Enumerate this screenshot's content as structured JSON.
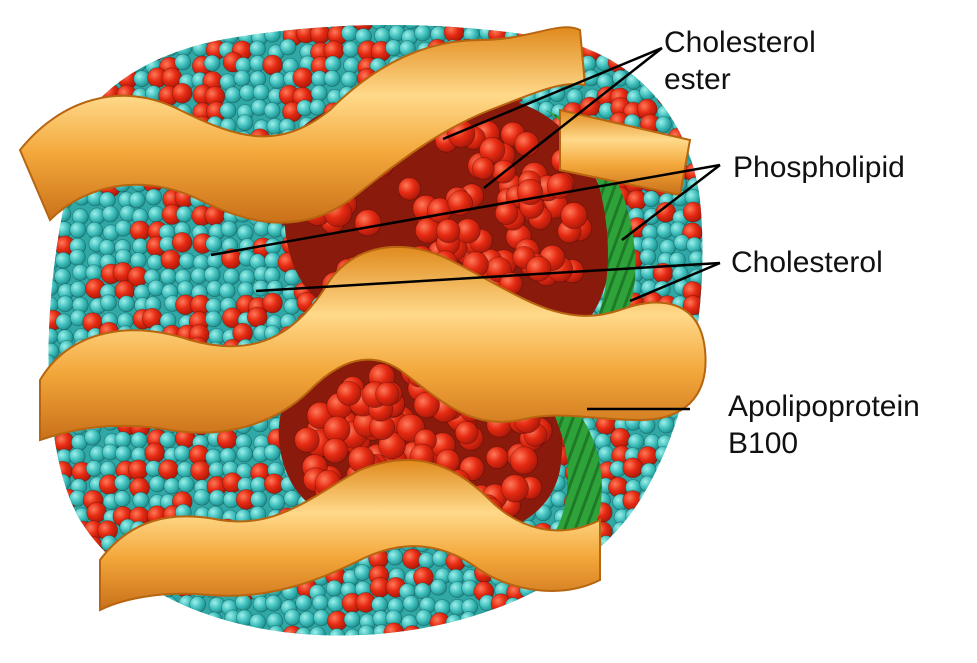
{
  "labels": {
    "cholesterol_ester": [
      "Cholesterol",
      "ester"
    ],
    "phospholipid": "Phospholipid",
    "cholesterol": "Cholesterol",
    "apolipoprotein": [
      "Apolipoprotein",
      "B100"
    ]
  },
  "colors": {
    "background": "#ffffff",
    "cholesterol_ester_red": "#e52a12",
    "phospholipid_head_teal": "#3fbfbd",
    "phospholipid_tail_green": "#2ea33a",
    "apolipoprotein_band_orange": "#f0a030",
    "band_highlight": "#ffd98a",
    "core_dark_red": "#b8200f",
    "leader_line": "#000000"
  }
}
